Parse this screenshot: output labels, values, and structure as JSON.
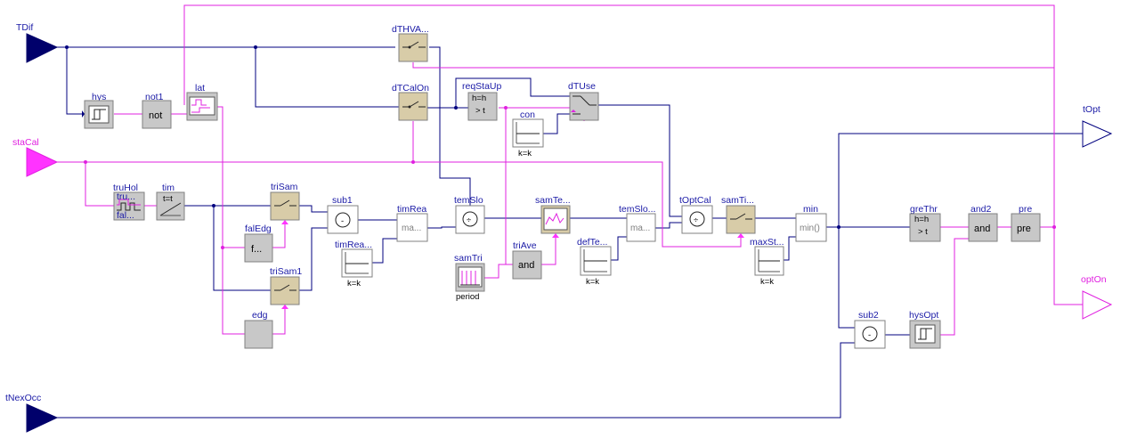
{
  "colors": {
    "real_wire": "#00007f",
    "bool_wire": "#e020e0",
    "real_port": "#00006b",
    "bool_port": "#ff33ff",
    "block_grey": "#c8c8c8",
    "block_tan": "#d8cca8",
    "label_blue": "#1a1aa6"
  },
  "inputs": {
    "tdif": "TDif",
    "stacal": "staCal",
    "tnexocc": "tNexOcc"
  },
  "outputs": {
    "topt": "tOpt",
    "opton": "optOn"
  },
  "blocks": {
    "hys": {
      "name": "hys",
      "icon": "hysteresis-icon"
    },
    "not1": {
      "name": "not1",
      "text": "not"
    },
    "lat": {
      "name": "lat",
      "icon": "latch-icon"
    },
    "dthva": {
      "name": "dTHVA...",
      "icon": "switch-icon"
    },
    "dtcalon": {
      "name": "dTCalOn",
      "icon": "switch-icon"
    },
    "reqstaup": {
      "name": "reqStaUp",
      "param": "h=h",
      "text": "> t"
    },
    "dtuse": {
      "name": "dTUse",
      "icon": "switch-icon"
    },
    "con": {
      "name": "con",
      "param": "k=k"
    },
    "truhol": {
      "name": "truHol",
      "top": "tru...",
      "bottom": "fal..."
    },
    "tim": {
      "name": "tim",
      "param": "t=t"
    },
    "trisam": {
      "name": "triSam",
      "icon": "switch-icon"
    },
    "faledg": {
      "name": "falEdg",
      "text": "f..."
    },
    "trisam1": {
      "name": "triSam1",
      "icon": "switch-icon"
    },
    "edg": {
      "name": "edg"
    },
    "sub1": {
      "name": "sub1",
      "symbol": "-"
    },
    "timrea": {
      "name": "timRea",
      "text": "ma..."
    },
    "timrea2": {
      "name": "timRea...",
      "param": "k=k"
    },
    "temslo": {
      "name": "temSlo",
      "symbol": "÷"
    },
    "samtri": {
      "name": "samTri",
      "param": "period"
    },
    "samte": {
      "name": "samTe..."
    },
    "triave": {
      "name": "triAve",
      "text": "and"
    },
    "temslo2": {
      "name": "temSlo...",
      "text": "ma..."
    },
    "defte": {
      "name": "defTe...",
      "param": "k=k"
    },
    "toptcal": {
      "name": "tOptCal",
      "symbol": "÷"
    },
    "samti": {
      "name": "samTi...",
      "icon": "switch-icon"
    },
    "maxst": {
      "name": "maxSt...",
      "param": "k=k"
    },
    "min": {
      "name": "min",
      "text": "min()"
    },
    "grethr": {
      "name": "greThr",
      "param": "h=h",
      "text": "> t"
    },
    "and2": {
      "name": "and2",
      "text": "and"
    },
    "pre": {
      "name": "pre",
      "text": "pre"
    },
    "sub2": {
      "name": "sub2",
      "symbol": "-"
    },
    "hysopt": {
      "name": "hysOpt",
      "icon": "hysteresis-icon"
    }
  }
}
